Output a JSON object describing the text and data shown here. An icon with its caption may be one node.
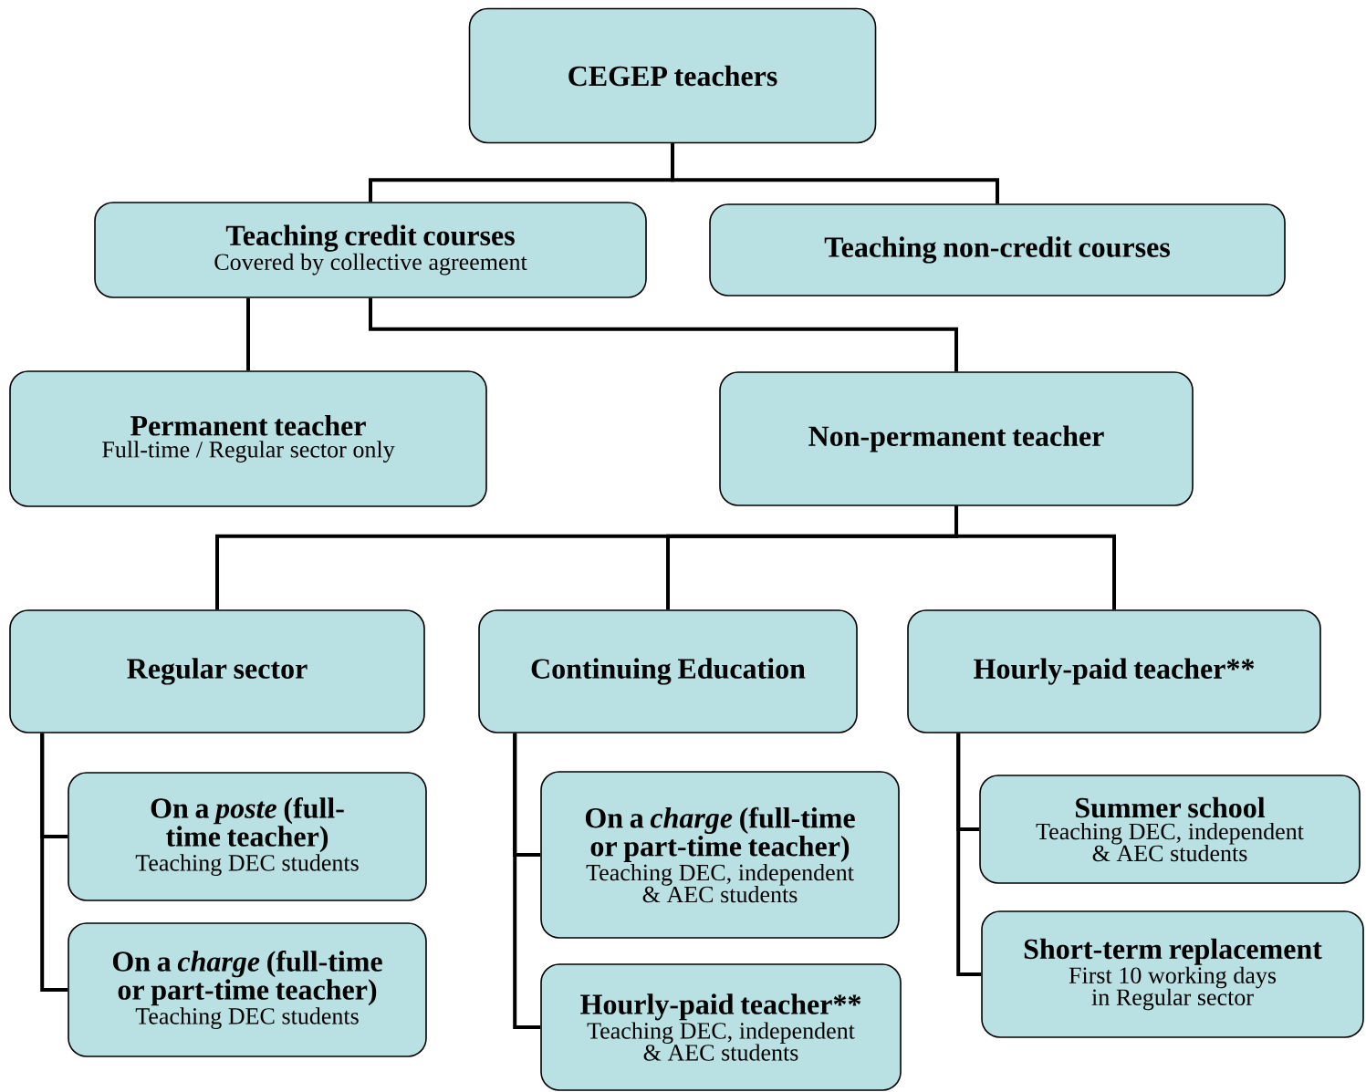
{
  "diagram": {
    "nodes": [
      {
        "text": [
          "CEGEP teachers"
        ]
      },
      {
        "text": [
          "Teaching credit courses",
          "Covered by collective agreement"
        ]
      },
      {
        "text": [
          "Teaching non-credit courses"
        ]
      },
      {
        "text": [
          "Permanent teacher",
          "Full-time / Regular sector only"
        ]
      },
      {
        "text": [
          "Non-permanent teacher"
        ]
      },
      {
        "text": [
          "Regular sector"
        ]
      },
      {
        "text": [
          "Continuing Education"
        ]
      },
      {
        "text": [
          "Hourly-paid teacher**"
        ]
      },
      {
        "text": [
          "On a *poste* (full-time teacher)",
          "Teaching DEC students"
        ]
      },
      {
        "text": [
          "On a *charge* (full-time or part-time teacher)",
          "Teaching DEC students"
        ]
      },
      {
        "text": [
          "On a *charge* (full-time or part-time teacher)",
          "Teaching DEC, independent & AEC students"
        ]
      },
      {
        "text": [
          "Hourly-paid teacher**",
          "Teaching DEC, independent & AEC students"
        ]
      },
      {
        "text": [
          "Summer school",
          "Teaching DEC, independent & AEC students"
        ]
      },
      {
        "text": [
          "Short-term replacement",
          "First 10 working days in Regular sector"
        ]
      }
    ],
    "edges": [
      {
        "from": 0,
        "to": 1,
        "arrow": "none"
      },
      {
        "from": 0,
        "to": 2,
        "arrow": "none"
      },
      {
        "from": 1,
        "to": 3,
        "arrow": "none"
      },
      {
        "from": 1,
        "to": 4,
        "arrow": "none"
      },
      {
        "from": 4,
        "to": 5,
        "arrow": "none"
      },
      {
        "from": 4,
        "to": 6,
        "arrow": "none"
      },
      {
        "from": 4,
        "to": 7,
        "arrow": "none"
      },
      {
        "from": 5,
        "to": 8,
        "arrow": "none"
      },
      {
        "from": 5,
        "to": 9,
        "arrow": "none"
      },
      {
        "from": 6,
        "to": 10,
        "arrow": "none"
      },
      {
        "from": 6,
        "to": 11,
        "arrow": "none"
      },
      {
        "from": 7,
        "to": 12,
        "arrow": "none"
      },
      {
        "from": 7,
        "to": 13,
        "arrow": "none"
      }
    ]
  }
}
